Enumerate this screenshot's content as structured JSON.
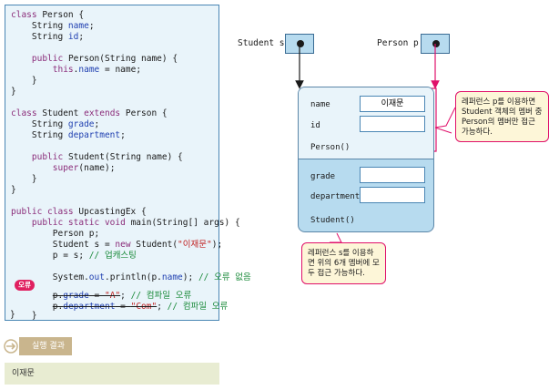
{
  "code_lines": [
    "class Person {",
    "    String name;",
    "    String id;",
    "",
    "    public Person(String name) {",
    "        this.name = name;",
    "    }",
    "}",
    "",
    "class Student extends Person {",
    "    String grade;",
    "    String department;",
    "",
    "    public Student(String name) {",
    "        super(name);",
    "    }",
    "}",
    "",
    "public class UpcastingEx {",
    "    public static void main(String[] args) {",
    "        Person p;",
    "        Student s = new Student(\"이재문\");",
    "        p = s; // 업캐스팅",
    "",
    "        System.out.println(p.name); // 오류 없음",
    "",
    "        p.grade = \"A\"; // 컴파일 오류",
    "        p.department = \"Com\"; // 컴파일 오류",
    "    }",
    "}"
  ],
  "error_badge": "오류",
  "result_label": "실행 결과",
  "result_output": "이재문",
  "ref_s_label": "Student s",
  "ref_p_label": "Person p",
  "person_members": {
    "name": "name",
    "id": "id",
    "ctor": "Person()",
    "name_value": "이재문"
  },
  "student_members": {
    "grade": "grade",
    "department": "department",
    "ctor": "Student()"
  },
  "callout_p": "레퍼런스 p를 이용하면 Student 객체의 멤버 중 Person의 멤버만 접근 가능하다.",
  "callout_s": "레퍼런스 s를 이용하면 위의 6개 멤버에 모두 접근 가능하다.",
  "colors": {
    "accent": "#e0106a",
    "panel_border": "#4a86b4",
    "object_fill": "#b7dbef"
  }
}
